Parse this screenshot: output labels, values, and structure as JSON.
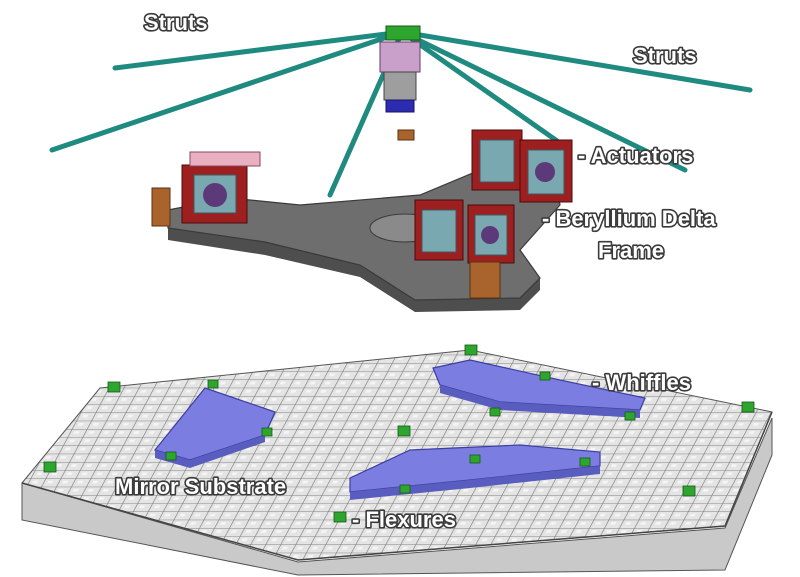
{
  "labels": {
    "struts_left": "Struts",
    "struts_right": "Struts",
    "actuators": "- Actuators",
    "delta_frame_line1": "- Beryllium Delta",
    "delta_frame_line2": "Frame",
    "whiffles": "- Whiffles",
    "mirror_substrate": "Mirror Substrate",
    "flexures": "- Flexures"
  },
  "colors": {
    "strut": "#1f8a80",
    "delta_frame": "#6e6e6e",
    "actuator_housing": "#9e1f1f",
    "whiffle": "#7b7ee0",
    "substrate": "#dcdcdc",
    "flexure": "#2ea52e",
    "bronze_mount": "#a8642c"
  }
}
